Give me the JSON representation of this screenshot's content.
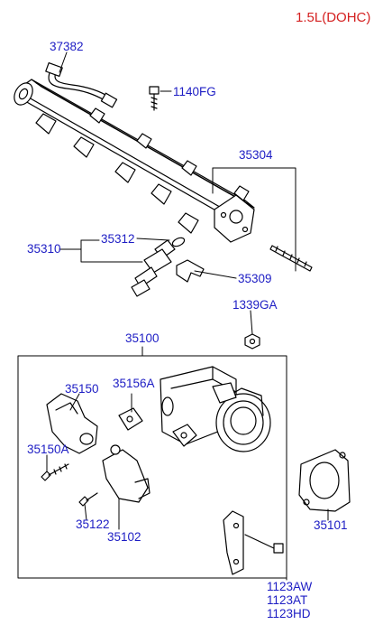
{
  "header": {
    "engine_spec": "1.5L(DOHC)"
  },
  "colors": {
    "label": "#1d1dc4",
    "header": "#d42020",
    "line": "#000000"
  },
  "parts": {
    "harness": "37382",
    "bolt_rail": "1140FG",
    "fuel_rail": "35304",
    "oring": "35312",
    "injector_group": "35310",
    "clip": "35309",
    "nut": "1339GA",
    "throttle_assy": "35100",
    "tps_sensor": "35150",
    "gasket_small": "35156A",
    "tps_screw": "35150A",
    "actuator_screw": "35122",
    "idle_actuator": "35102",
    "tb_gasket": "35101",
    "bolt_a": "1123AW",
    "bolt_b": "1123AT",
    "bolt_c": "1123HD"
  }
}
